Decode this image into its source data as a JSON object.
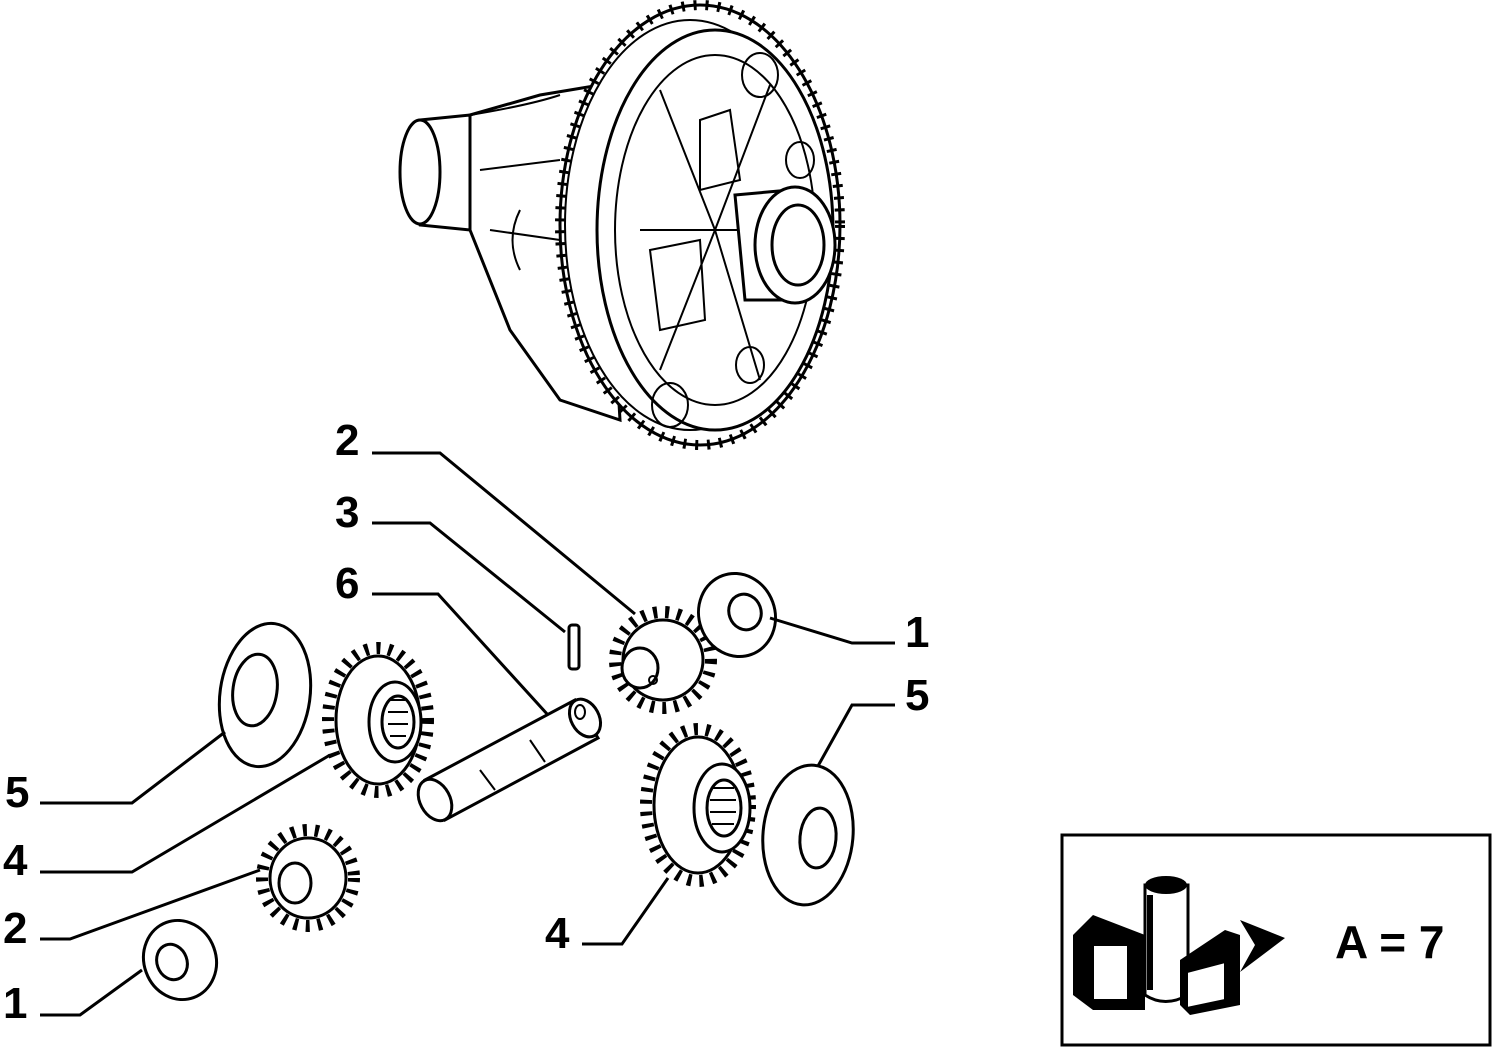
{
  "callouts": [
    {
      "id": "c-2-top",
      "label": "2"
    },
    {
      "id": "c-3",
      "label": "3"
    },
    {
      "id": "c-6",
      "label": "6"
    },
    {
      "id": "c-1-right",
      "label": "1"
    },
    {
      "id": "c-5-right",
      "label": "5"
    },
    {
      "id": "c-5-left",
      "label": "5"
    },
    {
      "id": "c-4-left",
      "label": "4"
    },
    {
      "id": "c-2-left",
      "label": "2"
    },
    {
      "id": "c-1-left",
      "label": "1"
    },
    {
      "id": "c-4-bottom",
      "label": "4"
    }
  ],
  "kit_box": {
    "text": "A = 7",
    "icon": "parts-kit-icon"
  },
  "colors": {
    "ink": "#000000",
    "paper": "#ffffff"
  }
}
